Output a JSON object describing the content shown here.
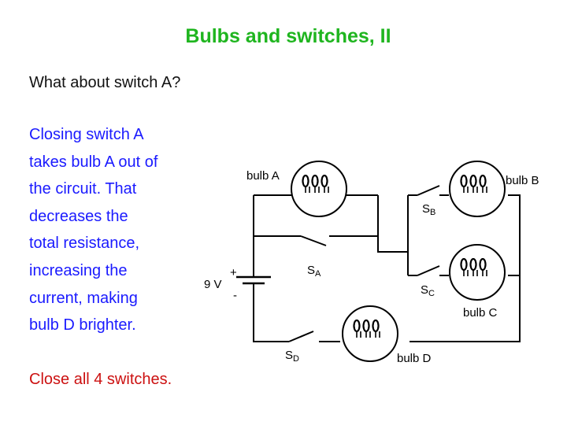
{
  "slide": {
    "title": "Bulbs and switches, II",
    "intro": "What about switch A?",
    "explanation": [
      "Closing switch A",
      "takes bulb A out of",
      "the circuit. That",
      "decreases the",
      "total resistance,",
      "increasing the",
      "current, making",
      "bulb D brighter."
    ],
    "action": "Close all 4 switches."
  },
  "diagram": {
    "bulb_a": "bulb A",
    "bulb_b": "bulb B",
    "bulb_c": "bulb C",
    "bulb_d": "bulb D",
    "battery": "9 V",
    "plus": "+",
    "minus": "-",
    "switch_letter": "S",
    "switch_a": "A",
    "switch_b": "B",
    "switch_c": "C",
    "switch_d": "D"
  },
  "colors": {
    "title": "#1fb51f",
    "intro": "#111111",
    "explanation": "#1a1aff",
    "action": "#cc1111"
  }
}
